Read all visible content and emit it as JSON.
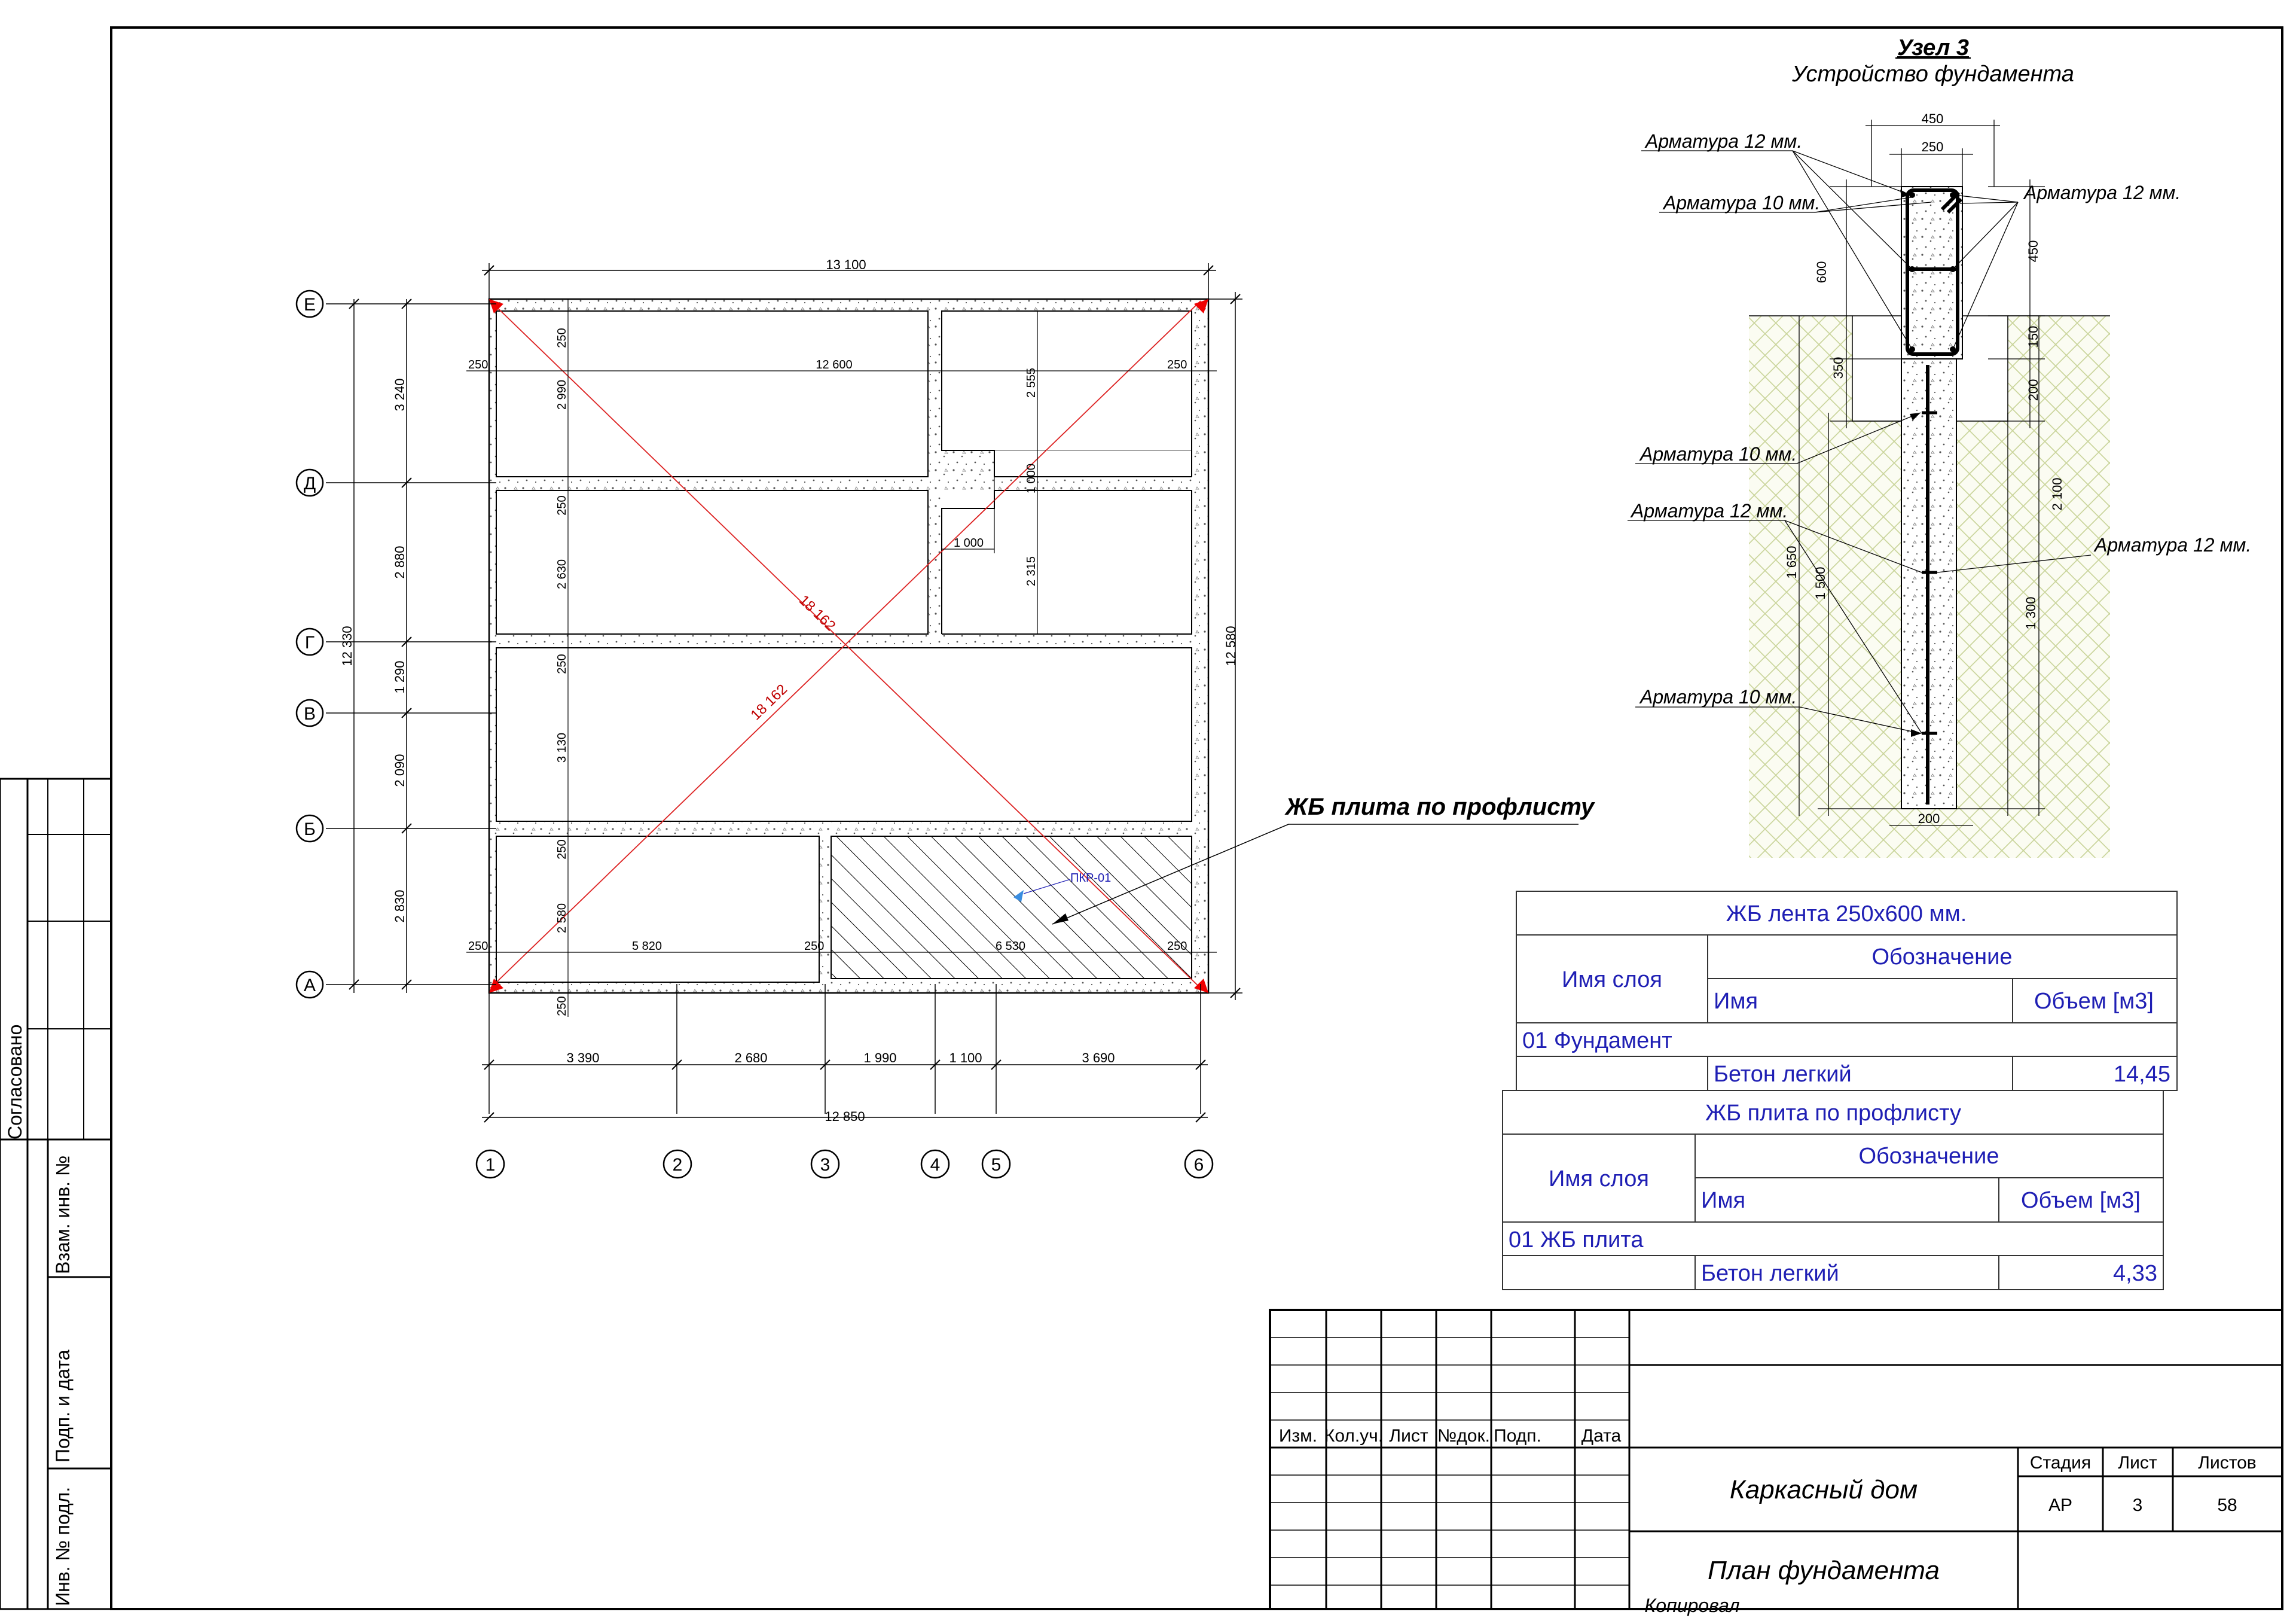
{
  "plan": {
    "axes_letters": [
      "Е",
      "Д",
      "Г",
      "В",
      "Б",
      "А"
    ],
    "axes_numbers": [
      "1",
      "2",
      "3",
      "4",
      "5",
      "6"
    ],
    "dim_top": "13 100",
    "dim_right": "12 580",
    "dim_left_total": "12 330",
    "dim_left_segments": [
      "3 240",
      "2 880",
      "1 290",
      "2 090",
      "2 830"
    ],
    "dim_bottom_segments": [
      "3 390",
      "2 680",
      "1 990",
      "1 100",
      "3 690"
    ],
    "dim_bottom_total": "12 850",
    "inner": {
      "w250": "250",
      "w12600": "12 600",
      "h2990": "2 990",
      "h2555": "2 555",
      "h1000v": "1 000",
      "h1000h": "1 000",
      "h2630": "2 630",
      "h2315": "2 315",
      "h3130": "3 130",
      "h2580": "2 580",
      "w5820": "5 820",
      "w6530": "6 530"
    },
    "diagonal_1": "18 162",
    "diagonal_2": "18 162",
    "slab_tag": "ПКР-01",
    "slab_callout": "ЖБ плита по профлисту"
  },
  "detail": {
    "title": "Узел 3",
    "subtitle": "Устройство фундамента",
    "dims": {
      "w450": "450",
      "w250": "250",
      "h450": "450",
      "h600": "600",
      "h150": "150",
      "h350": "350",
      "h200": "200",
      "h2100": "2 100",
      "h1650": "1 650",
      "h1500": "1 500",
      "h1300": "1 300",
      "w200": "200"
    },
    "labels": {
      "r12_a": "Арматура 12 мм.",
      "r10_a": "Арматура 10 мм.",
      "r12_b": "Арматура 12 мм.",
      "r10_b": "Арматура 10 мм.",
      "r12_c": "Арматура 12 мм.",
      "r12_d": "Арматура 12 мм.",
      "r10_c": "Арматура 10 мм."
    }
  },
  "table1": {
    "title": "ЖБ лента 250х600 мм.",
    "col_layer": "Имя слоя",
    "col_designation": "Обозначение",
    "col_name": "Имя",
    "col_volume": "Объем [м3]",
    "layer": "01 Фундамент",
    "material": "Бетон легкий",
    "value": "14,45"
  },
  "table2": {
    "title": "ЖБ плита по профлисту",
    "col_layer": "Имя слоя",
    "col_designation": "Обозначение",
    "col_name": "Имя",
    "col_volume": "Объем [м3]",
    "layer": "01 ЖБ плита",
    "material": "Бетон легкий",
    "value": "4,33"
  },
  "stamp": {
    "headers": [
      "Изм.",
      "Кол.уч.",
      "Лист",
      "№док.",
      "Подп.",
      "Дата"
    ],
    "stage_label": "Стадия",
    "sheet_label": "Лист",
    "sheets_label": "Листов",
    "stage": "АР",
    "sheet": "3",
    "sheets": "58",
    "project": "Каркасный дом",
    "sheet_title": "План фундамента",
    "copied": "Копировал"
  },
  "side_strip": {
    "agreed": "Согласовано",
    "replace_inv": "Взам. инв. №",
    "sign_date": "Подп. и дата",
    "inv_orig": "Инв. № подл."
  }
}
